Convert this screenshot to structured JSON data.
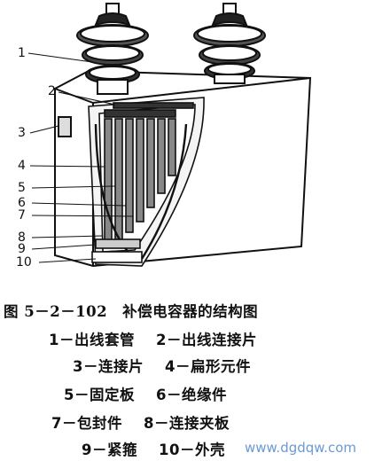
{
  "diagram": {
    "callouts": [
      "1",
      "2",
      "3",
      "4",
      "5",
      "6",
      "7",
      "8",
      "9",
      "10"
    ]
  },
  "caption": {
    "title": "图 5－2－102　补偿电容器的结构图",
    "legend": [
      {
        "num": "1－",
        "text": "出线套管"
      },
      {
        "num": "2－",
        "text": "出线连接片"
      },
      {
        "num": "3－",
        "text": "连接片"
      },
      {
        "num": "4－",
        "text": "扁形元件"
      },
      {
        "num": "5－",
        "text": "固定板"
      },
      {
        "num": "6－",
        "text": "绝缘件"
      },
      {
        "num": "7－",
        "text": "包封件"
      },
      {
        "num": "8－",
        "text": "连接夹板"
      },
      {
        "num": "9－",
        "text": "紧箍"
      },
      {
        "num": "10－",
        "text": "外壳"
      }
    ]
  },
  "watermark": "www.dgdqw.com"
}
